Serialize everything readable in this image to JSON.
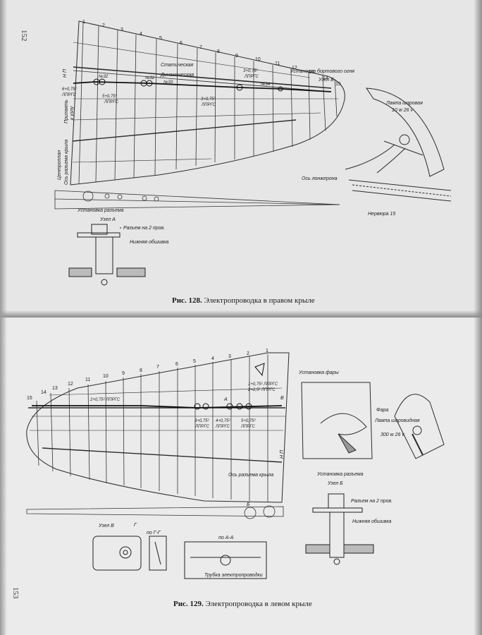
{
  "top_page": {
    "page_number": "152",
    "caption_label": "Рис. 128.",
    "caption_text": "Электропроводка в правом крыле",
    "rib_numbers": [
      "1",
      "2",
      "3",
      "4",
      "5",
      "6",
      "7",
      "8",
      "9",
      "10",
      "11",
      "12",
      "13",
      "14",
      "15"
    ],
    "labels": {
      "static": "Статическая",
      "dynamic": "Динамическая",
      "tube32": "№32",
      "tube33": "№33",
      "tube34": "№34",
      "n32": "№32",
      "wire1": "3+0,75²",
      "wire1b": "ЛПРГС",
      "wire2": "5+0,75²",
      "wire2b": "ЛПРГС",
      "wire3": "3+0,75²",
      "wire3b": "ЛПРГС",
      "wire4": "6+0,75²",
      "wire4b": "ЛПРГС",
      "np": "Н П",
      "solder": "Припаять",
      "solder2": "к узлу",
      "center_axis": "Ось разъема крыла",
      "centroplan": "Центроплан",
      "nav_light": "Установка бортового огня",
      "node_b": "Узел Б",
      "lamp": "Лампа шаровая",
      "lamp2": "10 w 26 v",
      "spar_axis": "Ось лонжерона",
      "rib15": "Нервюра 15",
      "connector_install": "Установка разъема",
      "node_a": "Узел А",
      "connector_2": "Разъем на 2 пров.",
      "lower_skin": "Нижняя обшивка"
    }
  },
  "bottom_page": {
    "page_number": "153",
    "caption_label": "Рис. 129.",
    "caption_text": "Электропроводка в левом крыле",
    "rib_numbers": [
      "15",
      "14",
      "13",
      "12",
      "11",
      "10",
      "9",
      "8",
      "7",
      "6",
      "5",
      "4",
      "3",
      "2",
      "1"
    ],
    "labels": {
      "wire_a": "1+0,75² ЛПРГС",
      "wire_b": "2+2,5² ЛПРГС",
      "wire_c": "2+0,75² ЛПРГС",
      "wire_d": "3+0,75²",
      "wire_dd": "ЛПРГС",
      "wire_e": "4+0,75²",
      "wire_ee": "ЛПРГС",
      "wire_f": "5+0,75²",
      "wire_ff": "ЛПРГС",
      "letter_a": "А",
      "letter_v": "В",
      "letter_b": "Б",
      "letter_g": "Г",
      "np": "Н П",
      "axis": "Ось разъема крыла",
      "headlight": "Установка фары",
      "headlight_part": "Фара",
      "lamp": "Лампа шаровидная",
      "lamp2": "300 w 26 v",
      "connector_install": "Установка разъема",
      "node_b": "Узел Б",
      "connector_2": "Разъем на 2 пров.",
      "lower_skin": "Нижняя обшивка",
      "node_v": "Узел В",
      "section_g": "по Г-Г",
      "section_a": "по А-А",
      "wire_tube": "Трубка электропроводки"
    }
  }
}
